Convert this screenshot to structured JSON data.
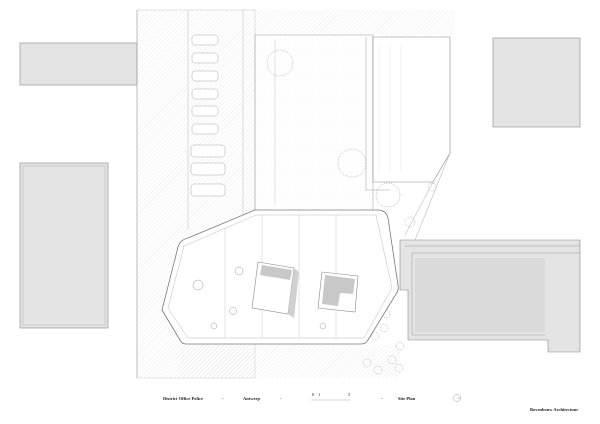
{
  "caption": {
    "project": "District Office Police",
    "sep1": "-",
    "city": "Antwerp",
    "sep2": "-",
    "scale_labels": [
      "0",
      "1",
      "5"
    ],
    "sep3": "-",
    "drawing": "Site Plan",
    "north_icon": "north-arrow-icon"
  },
  "office": "Bovenbouw Architectuur",
  "colors": {
    "line": "#9a9a9a",
    "fill_building": "#e6e6e6",
    "hatch": "#efefef"
  }
}
